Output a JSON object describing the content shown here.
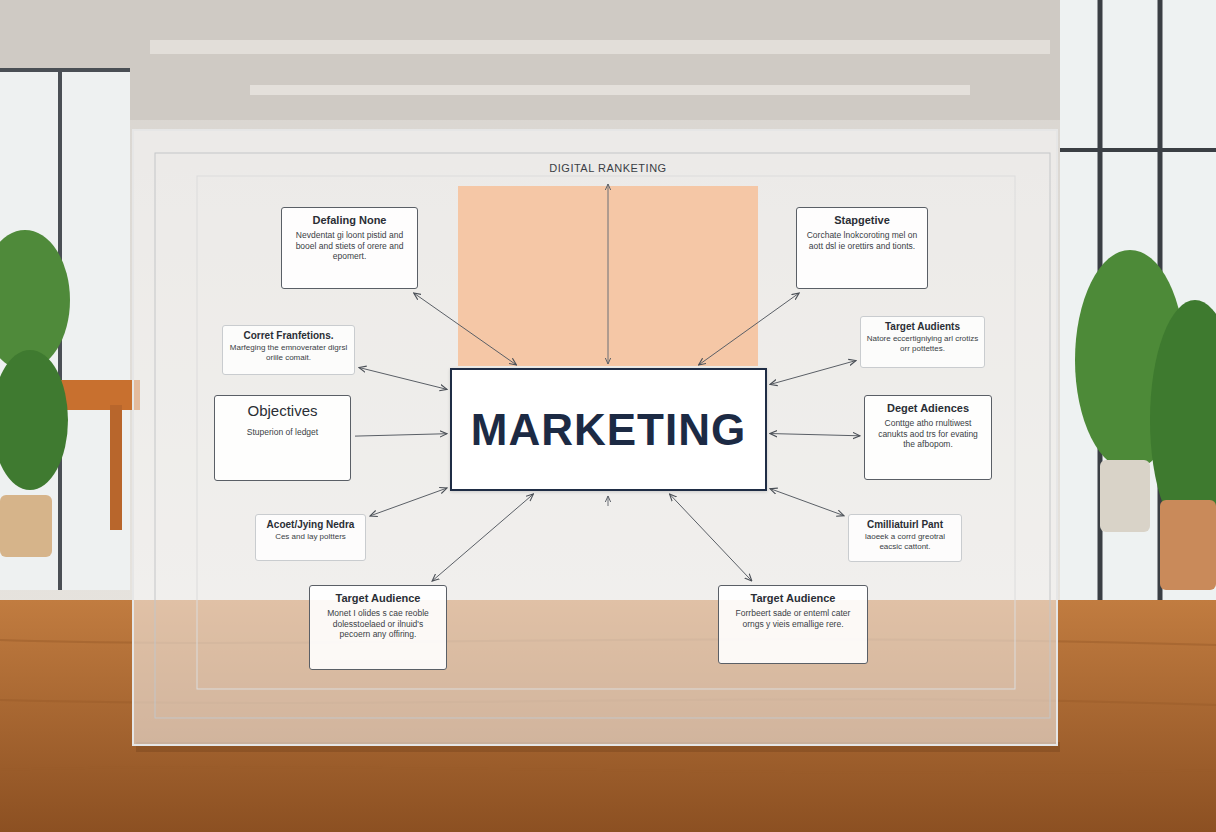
{
  "diagram": {
    "title": "DIGITAL RANKETING",
    "nodes": [
      {
        "text": [
          "Defaling None",
          "Nevdentat gi loont pistid and booel and stiets of orere and epomert."
        ]
      },
      {
        "text": [
          "Stapgetive",
          "Corchate lnokcoroting mel on aott dsl ie orettirs and tionts."
        ]
      },
      {
        "text": [
          "Corret Franfetions.",
          "Marfeging the emnoverater digrsl oriile comait."
        ]
      },
      {
        "text": [
          "Target Audients",
          "Natore eccertigniying arl crotizs orr pottettes."
        ]
      },
      {
        "text": [
          "Objectives",
          "Stuperion of ledget"
        ]
      },
      {
        "text": [
          "MARKETING"
        ]
      },
      {
        "text": [
          "Deget Adiences",
          "Conttge atho rnultiwest canukts aod trs for evating the afbopom."
        ]
      },
      {
        "text": [
          "Acoet/Jying Nedra",
          "Ces and lay poltters"
        ]
      },
      {
        "text": [
          "Cmilliatuirl Pant",
          "laoeek a corrd greotral eacsic cattont."
        ]
      },
      {
        "text": [
          "Target Audience",
          "Monet I olides s cae reoble dolesstoelaed or ilnuid's pecoern any offiring."
        ]
      },
      {
        "text": [
          "Target Audience",
          "Forrbeert sade or enteml cater orngs y vieis emallige rere."
        ]
      }
    ],
    "edges": [
      {
        "from": 0,
        "to": 5,
        "arrow": "both"
      },
      {
        "from": 1,
        "to": 5,
        "arrow": "both"
      },
      {
        "from": 2,
        "to": 5,
        "arrow": "both"
      },
      {
        "from": 3,
        "to": 5,
        "arrow": "both"
      },
      {
        "from": 4,
        "to": 5,
        "arrow": "to"
      },
      {
        "from": 6,
        "to": 5,
        "arrow": "both"
      },
      {
        "from": 7,
        "to": 5,
        "arrow": "both"
      },
      {
        "from": 8,
        "to": 5,
        "arrow": "both"
      },
      {
        "from": 9,
        "to": 5,
        "arrow": "both"
      },
      {
        "from": 10,
        "to": 5,
        "arrow": "both"
      }
    ]
  }
}
